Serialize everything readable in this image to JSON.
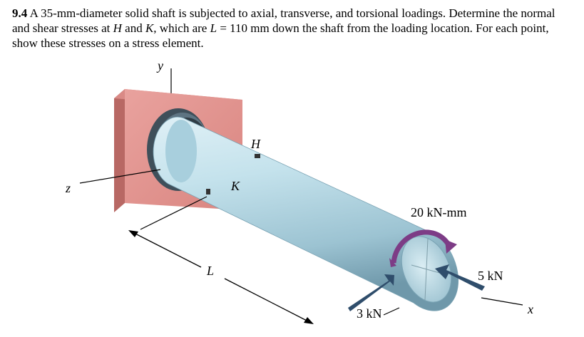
{
  "problem": {
    "number": "9.4",
    "text_1": "A 35-mm-diameter solid shaft is subjected to axial, transverse, and torsional loadings. Determine the normal and shear stresses at",
    "point_h": "H",
    "text_2": "and",
    "point_k": "K",
    "text_3": ", which are",
    "length_symbol": "L",
    "text_4": "= 110 mm down the shaft from the loading location. For each point, show these stresses on a stress element."
  },
  "figure": {
    "axis_y": "y",
    "axis_z": "z",
    "axis_x": "x",
    "point_h": "H",
    "point_k": "K",
    "length_label": "L",
    "torque_label": "20 kN-mm",
    "axial_load_label": "5 kN",
    "transverse_load_label": "3 kN",
    "colors": {
      "wall": "#e0908c",
      "wall_dark": "#b86864",
      "shaft": "#b8dce8",
      "shaft_dark": "#6a97a9",
      "collar": "#4c5e6a",
      "arrow": "#2f4d6b",
      "torque_arrow": "#7d3c86"
    }
  }
}
